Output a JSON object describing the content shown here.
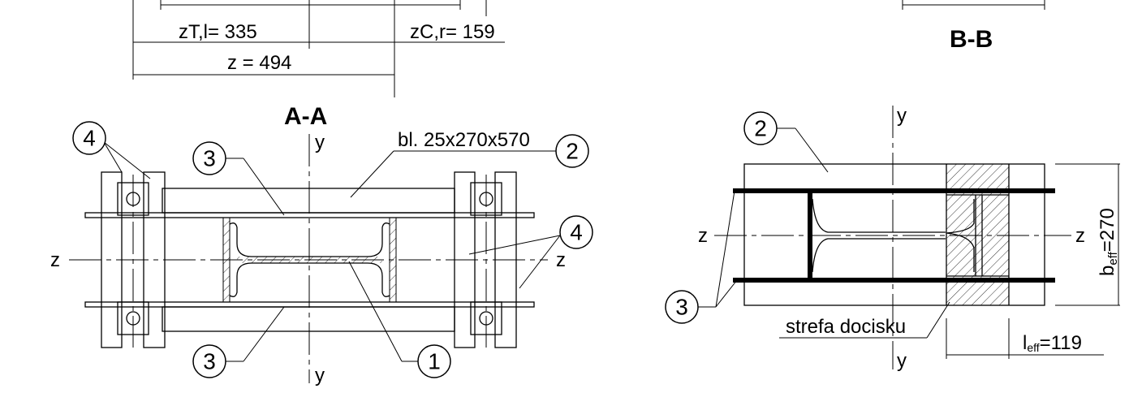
{
  "dimensions_top": {
    "z_t_l": "zT,l= 335",
    "z_c_r": "zC,r= 159",
    "z_total": "z = 494"
  },
  "section_aa": {
    "title": "A-A",
    "plate_label": "bl. 25x270x570",
    "axis_y": "y",
    "axis_z": "z",
    "callouts": [
      "1",
      "2",
      "3",
      "4"
    ]
  },
  "section_bb": {
    "title": "B-B",
    "bearing_zone_label": "strefa docisku",
    "b_eff": "b",
    "b_eff_sub": "eff",
    "b_eff_value": "=270",
    "l_eff": "l",
    "l_eff_sub": "eff",
    "l_eff_value": "=119",
    "axis_y": "y",
    "axis_z": "z",
    "callouts": [
      "2",
      "3"
    ]
  }
}
